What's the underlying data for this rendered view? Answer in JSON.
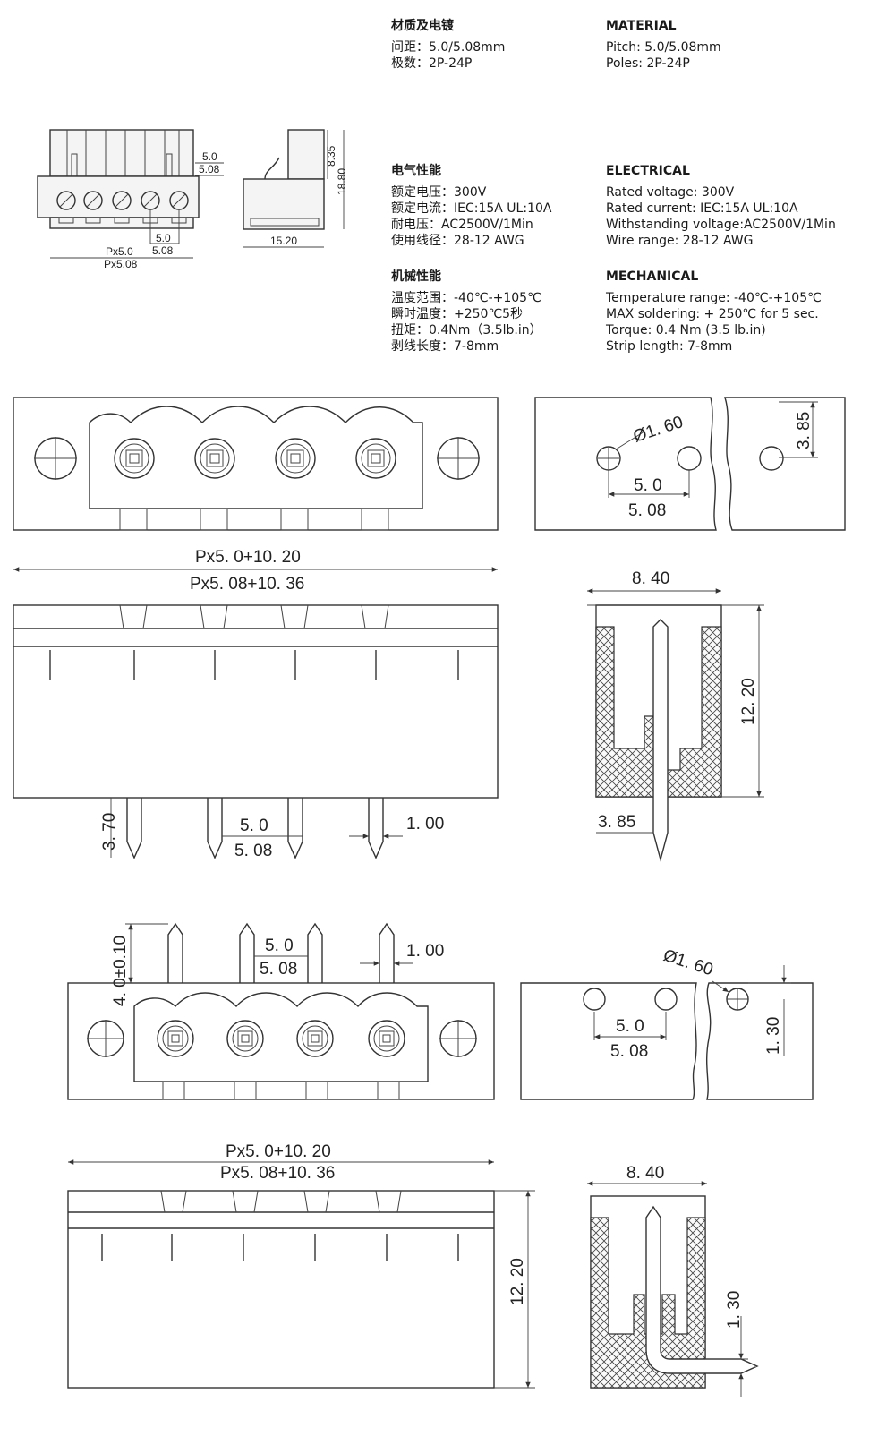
{
  "material": {
    "cn": {
      "title": "材质及电镀",
      "lines": [
        "间距：5.0/5.08mm",
        "极数：2P-24P"
      ]
    },
    "en": {
      "title": "MATERIAL",
      "lines": [
        "Pitch: 5.0/5.08mm",
        "Poles:  2P-24P"
      ]
    }
  },
  "electrical": {
    "cn": {
      "title": "电气性能",
      "lines": [
        "额定电压：300V",
        "额定电流：IEC:15A  UL:10A",
        "耐电压：AC2500V/1Min",
        "使用线径：28-12 AWG"
      ]
    },
    "en": {
      "title": "ELECTRICAL",
      "lines": [
        "Rated voltage: 300V",
        "Rated current: IEC:15A  UL:10A",
        "Withstanding voltage:AC2500V/1Min",
        "Wire range: 28-12 AWG"
      ]
    }
  },
  "mechanical": {
    "cn": {
      "title": "机械性能",
      "lines": [
        "温度范围：-40℃-+105℃",
        "瞬时温度：+250℃5秒",
        "扭矩：0.4Nm（3.5lb.in）",
        "剥线长度：7-8mm"
      ]
    },
    "en": {
      "title": "MECHANICAL",
      "lines": [
        "Temperature range: -40℃-+105℃",
        "MAX soldering: + 250℃ for 5 sec.",
        "Torque: 0.4 Nm (3.5 lb.in)",
        "Strip length: 7-8mm"
      ]
    }
  },
  "small_drawing": {
    "pitch_a": "5.0",
    "pitch_b": "5.08",
    "pitch_a2": "5.0",
    "pitch_b2": "5.08",
    "px_a": "Px5.0",
    "px_b": "Px5.08",
    "h1": "8.35",
    "h2": "18.80",
    "w": "15.20"
  },
  "straight": {
    "hole_dia": "Ø1. 60",
    "hole_h": "3. 85",
    "hole_p_a": "5. 0",
    "hole_p_b": "5. 08",
    "len_a": "Px5. 0+10. 20",
    "len_b": "Px5. 08+10. 36",
    "pin_len": "3. 70",
    "pin_p_a": "5. 0",
    "pin_p_b": "5. 08",
    "pin_w": "1. 00",
    "side_w": "8. 40",
    "side_h": "12. 20",
    "side_off": "3. 85"
  },
  "right_angle": {
    "pin_len": "4. 0±0.10",
    "pin_p_a": "5. 0",
    "pin_p_b": "5. 08",
    "pin_w": "1. 00",
    "hole_dia": "Ø1. 60",
    "hole_p_a": "5. 0",
    "hole_p_b": "5. 08",
    "hole_h": "1. 30",
    "len_a": "Px5. 0+10. 20",
    "len_b": "Px5. 08+10. 36",
    "front_h": "12. 20",
    "side_w": "8. 40",
    "side_h": "1. 30"
  }
}
